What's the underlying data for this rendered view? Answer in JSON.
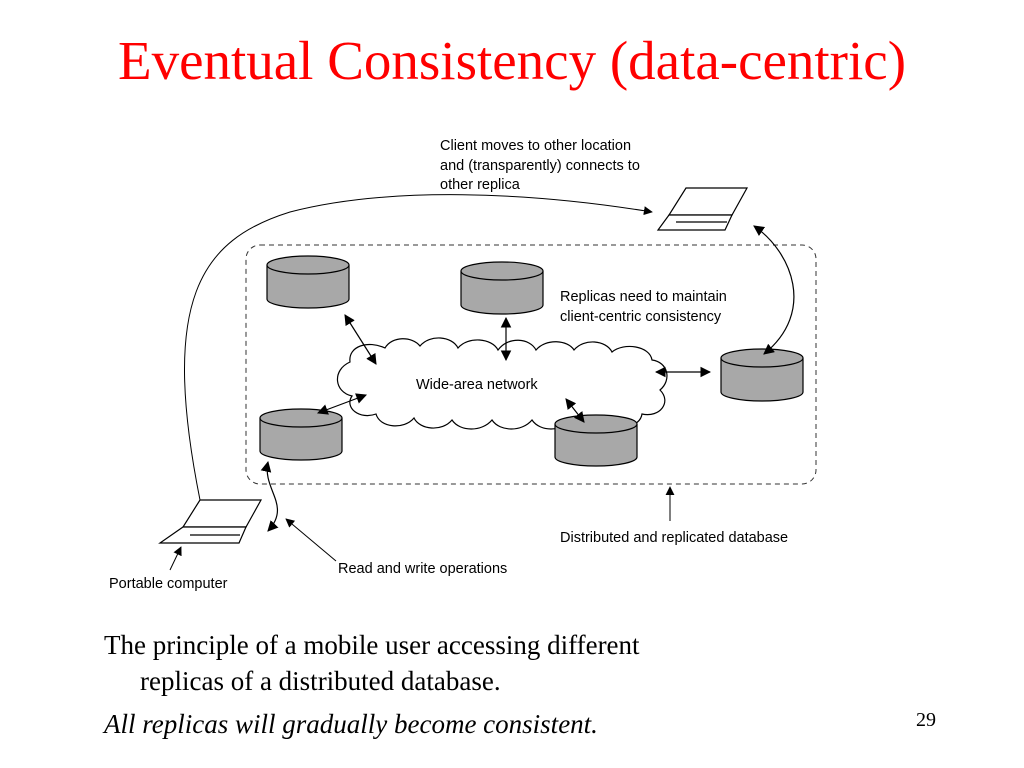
{
  "slide": {
    "title": "Eventual Consistency (data-centric)",
    "caption_line1": "The principle of a mobile user accessing different",
    "caption_line2": "replicas of a distributed database.",
    "caption_italic": "All replicas will gradually become consistent.",
    "page_number": "29"
  },
  "diagram": {
    "labels": {
      "client_moves_1": "Client moves to other location",
      "client_moves_2": "and (transparently) connects to",
      "client_moves_3": "other replica",
      "replicas_need_1": "Replicas need to maintain",
      "replicas_need_2": "client-centric consistency",
      "network": "Wide-area network",
      "distributed_db": "Distributed and replicated database",
      "read_write": "Read and write operations",
      "portable": "Portable computer"
    },
    "colors": {
      "replica_fill": "#a8a8a8",
      "line": "#000000"
    }
  }
}
